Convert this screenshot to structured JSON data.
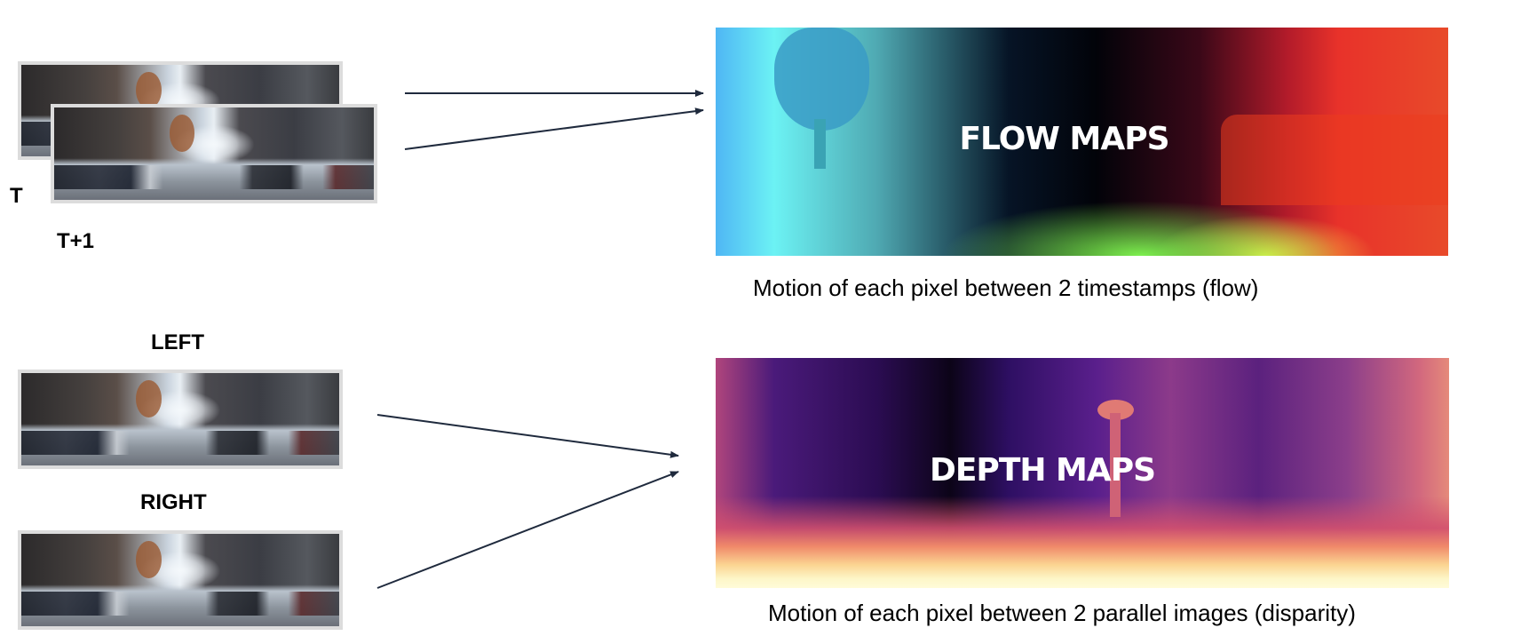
{
  "temporal_inputs": {
    "label_t": "T",
    "label_t1": "T+1"
  },
  "stereo_inputs": {
    "label_left": "LEFT",
    "label_right": "RIGHT"
  },
  "flow_map": {
    "title": "FLOW MAPS",
    "caption": "Motion of each pixel between 2 timestamps (flow)"
  },
  "depth_map": {
    "title": "DEPTH MAPS",
    "caption": "Motion of each pixel between 2 parallel images (disparity)"
  },
  "colors": {
    "arrow": "#1f2a3d"
  }
}
